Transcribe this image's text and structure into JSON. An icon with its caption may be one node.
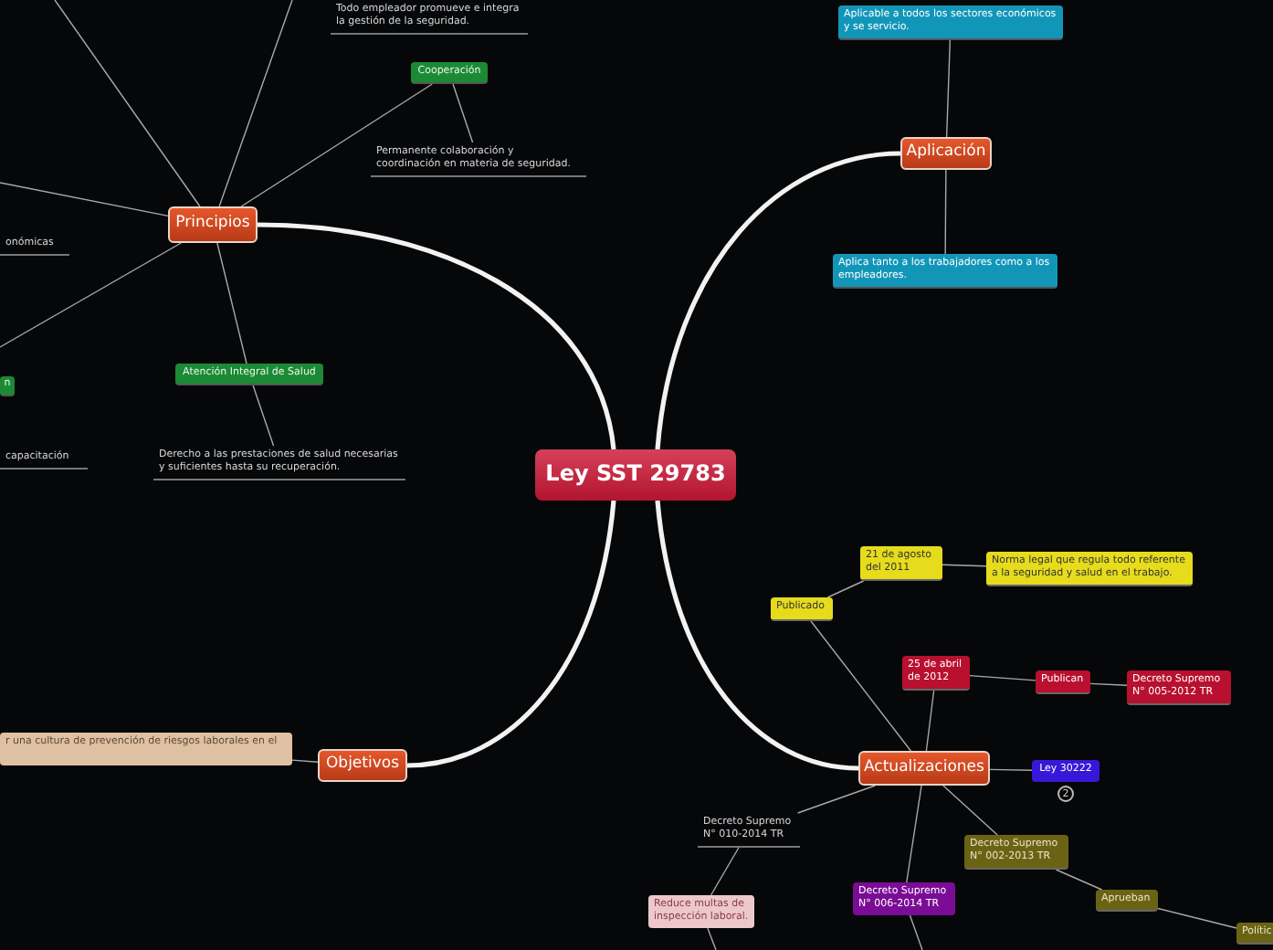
{
  "diagram": {
    "nodes": [
      {
        "text": [
          "Ley SST 29783"
        ]
      },
      {
        "text": [
          "Principios"
        ]
      },
      {
        "text": [
          "Todo empleador promueve e integra la gestión de la seguridad."
        ]
      },
      {
        "text": [
          "Cooperación"
        ]
      },
      {
        "text": [
          "Permanente colaboración y coordinación en materia de seguridad."
        ]
      },
      {
        "text": [
          "Atención Integral de Salud"
        ]
      },
      {
        "text": [
          "Derecho a las prestaciones de salud necesarias y suficientes hasta su recuperación."
        ]
      },
      {
        "text": [
          "onómicas"
        ]
      },
      {
        "text": [
          "n"
        ]
      },
      {
        "text": [
          "capacitación"
        ]
      },
      {
        "text": [
          "Aplicación"
        ]
      },
      {
        "text": [
          "Aplicable a todos los sectores económicos y se servicio."
        ]
      },
      {
        "text": [
          "Aplica tanto a los trabajadores como a los empleadores."
        ]
      },
      {
        "text": [
          "Objetivos"
        ]
      },
      {
        "text": [
          "r una cultura de prevención de riesgos laborales en el"
        ]
      },
      {
        "text": [
          "Actualizaciones"
        ]
      },
      {
        "text": [
          "Publicado"
        ]
      },
      {
        "text": [
          "21 de agosto del 2011"
        ]
      },
      {
        "text": [
          "Norma legal que regula todo referente a la seguridad y salud en el trabajo."
        ]
      },
      {
        "text": [
          "25 de abril de 2012"
        ]
      },
      {
        "text": [
          "Publican"
        ]
      },
      {
        "text": [
          "Decreto Supremo N° 005-2012 TR"
        ]
      },
      {
        "text": [
          "Ley 30222"
        ],
        "beside": [
          "2"
        ]
      },
      {
        "text": [
          "Decreto Supremo N° 010-2014 TR"
        ]
      },
      {
        "text": [
          "Reduce multas de inspección laboral."
        ]
      },
      {
        "text": [
          "Decreto Supremo N° 006-2014 TR"
        ]
      },
      {
        "text": [
          "Decreto Supremo N° 002-2013 TR"
        ]
      },
      {
        "text": [
          "Aprueban"
        ]
      },
      {
        "text": [
          "Polític"
        ]
      }
    ],
    "edges": [
      {
        "from": 0,
        "to": 1,
        "arrow": "none",
        "style": "thick"
      },
      {
        "from": 0,
        "to": 10,
        "arrow": "none",
        "style": "thick"
      },
      {
        "from": 0,
        "to": 13,
        "arrow": "none",
        "style": "thick"
      },
      {
        "from": 0,
        "to": 15,
        "arrow": "none",
        "style": "thick"
      },
      {
        "from": 1,
        "to": null,
        "arrow": "none"
      },
      {
        "from": 1,
        "to": null,
        "arrow": "none"
      },
      {
        "from": 1,
        "to": null,
        "arrow": "none"
      },
      {
        "from": 1,
        "to": null,
        "arrow": "none"
      },
      {
        "from": 1,
        "to": 3,
        "arrow": "none"
      },
      {
        "from": 3,
        "to": 4,
        "arrow": "none"
      },
      {
        "from": 1,
        "to": 5,
        "arrow": "none"
      },
      {
        "from": 5,
        "to": 6,
        "arrow": "none"
      },
      {
        "from": 10,
        "to": 11,
        "arrow": "none"
      },
      {
        "from": 10,
        "to": 12,
        "arrow": "none"
      },
      {
        "from": 13,
        "to": 14,
        "arrow": "none"
      },
      {
        "from": 15,
        "to": 16,
        "arrow": "none"
      },
      {
        "from": 16,
        "to": 17,
        "arrow": "none"
      },
      {
        "from": 17,
        "to": 18,
        "arrow": "none"
      },
      {
        "from": 15,
        "to": 19,
        "arrow": "none"
      },
      {
        "from": 19,
        "to": 20,
        "arrow": "none"
      },
      {
        "from": 20,
        "to": 21,
        "arrow": "none"
      },
      {
        "from": 15,
        "to": 22,
        "arrow": "none"
      },
      {
        "from": 15,
        "to": 23,
        "arrow": "none"
      },
      {
        "from": 23,
        "to": 24,
        "arrow": "none"
      },
      {
        "from": 24,
        "to": null,
        "arrow": "none"
      },
      {
        "from": 15,
        "to": 25,
        "arrow": "none"
      },
      {
        "from": 25,
        "to": null,
        "arrow": "none"
      },
      {
        "from": 15,
        "to": 26,
        "arrow": "none"
      },
      {
        "from": 26,
        "to": 27,
        "arrow": "none"
      },
      {
        "from": 27,
        "to": 28,
        "arrow": "none"
      }
    ]
  }
}
